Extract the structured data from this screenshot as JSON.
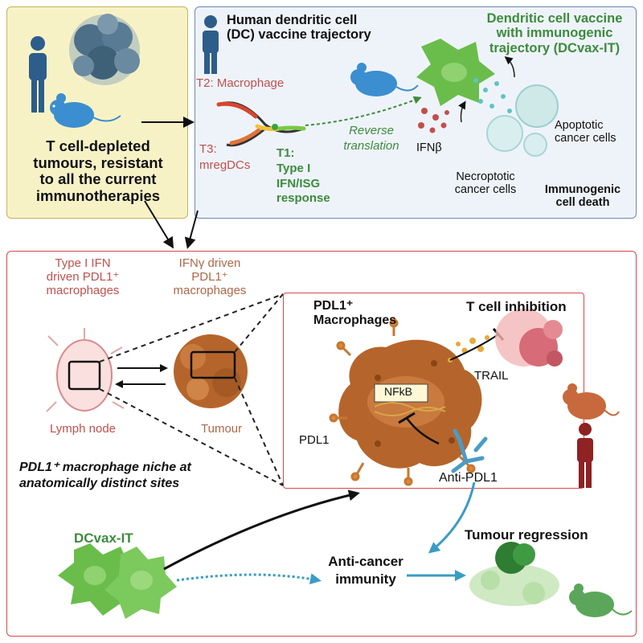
{
  "top_left": {
    "text_line1": "T cell-depleted",
    "text_line2": "tumours, resistant",
    "text_line3": "to all the current",
    "text_line4": "immunotherapies"
  },
  "top_right": {
    "title_line1": "Human dendritic cell",
    "title_line2": "(DC) vaccine trajectory",
    "t2": "T2: Macrophage",
    "t3_line1": "T3:",
    "t3_line2": "mregDCs",
    "t1_line1": "T1:",
    "t1_line2": "Type I",
    "t1_line3": "IFN/ISG",
    "t1_line4": "response",
    "reverse_line1": "Reverse",
    "reverse_line2": "translation",
    "dcvax_title_line1": "Dendritic cell vaccine",
    "dcvax_title_line2": "with immunogenic",
    "dcvax_title_line3": "trajectory (DCvax-IT)",
    "ifnb": "IFNβ",
    "apoptotic_line1": "Apoptotic",
    "apoptotic_line2": "cancer cells",
    "necroptotic_line1": "Necroptotic",
    "necroptotic_line2": "cancer cells",
    "icd_line1": "Immunogenic",
    "icd_line2": "cell death"
  },
  "bottom": {
    "type1_line1": "Type I IFN",
    "type1_line2": "driven PDL1⁺",
    "type1_line3": "macrophages",
    "ifng_line1": "IFNγ driven",
    "ifng_line2": "PDL1⁺",
    "ifng_line3": "macrophages",
    "lymph_node": "Lymph node",
    "tumour": "Tumour",
    "niche_line1": "PDL1⁺ macrophage niche at",
    "niche_line2": "anatomically distinct sites",
    "pdl1_mac_line1": "PDL1⁺",
    "pdl1_mac_line2": "Macrophages",
    "tcell_inhibition": "T cell inhibition",
    "nfkb": "NFkB",
    "trail": "TRAIL",
    "pdl1": "PDL1",
    "anti_pdl1": "Anti-PDL1",
    "dcvax_it": "DCvax-IT",
    "anticancer_line1": "Anti-cancer",
    "anticancer_line2": "immunity",
    "tumour_regression": "Tumour regression"
  },
  "colors": {
    "yellow_panel_bg": "#f7f2c6",
    "yellow_panel_border": "#c8b25a",
    "blue_panel_bg": "#eef3f9",
    "blue_panel_border": "#6d88b8",
    "red_border": "#d8494a",
    "green_text": "#3d8b3d",
    "red_text": "#c0504d",
    "brown_text": "#b0674a",
    "macrophage": "#b5652b",
    "dc_green": "#6abd4b",
    "human_blue": "#2d5d8a",
    "mouse_blue": "#3b8ed0",
    "arrow_blue": "#3a9cc4"
  },
  "icons": [
    "human-icon",
    "mouse-icon",
    "tumour-cluster-icon",
    "dendritic-cell-icon",
    "macrophage-icon",
    "antibody-icon",
    "lymph-node-icon",
    "t-cell-icon"
  ]
}
